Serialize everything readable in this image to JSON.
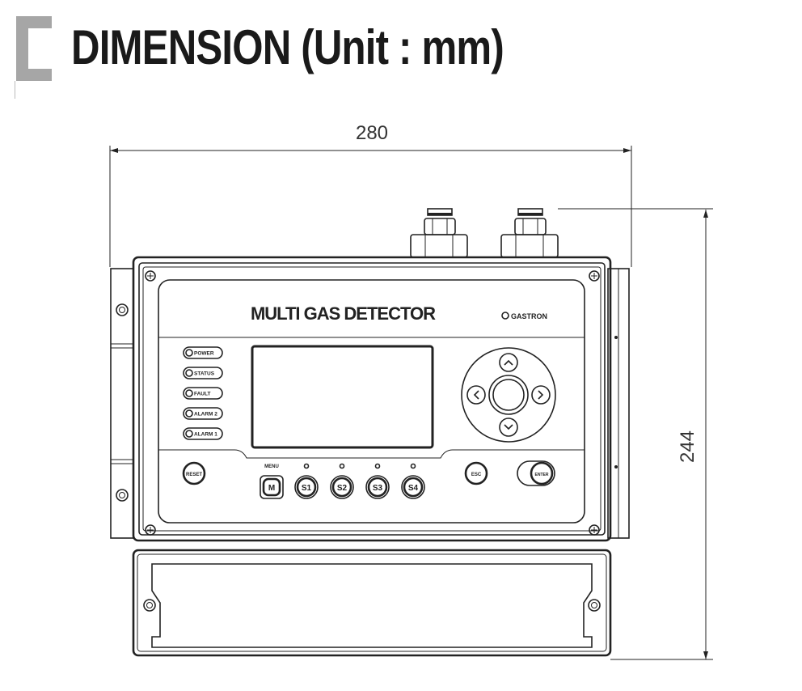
{
  "title": "DIMENSION (Unit : mm)",
  "dimensions": {
    "width": "280",
    "height": "244"
  },
  "device": {
    "name": "MULTI GAS DETECTOR",
    "brand": "GASTRON",
    "leds": [
      "POWER",
      "STATUS",
      "FAULT",
      "ALARM 2",
      "ALARM 1"
    ],
    "buttons": {
      "reset": "RESET",
      "menu_caption": "MENU",
      "menu": "M",
      "s1": "S1",
      "s2": "S2",
      "s3": "S3",
      "s4": "S4",
      "esc": "ESC",
      "enter": "ENTER"
    }
  }
}
